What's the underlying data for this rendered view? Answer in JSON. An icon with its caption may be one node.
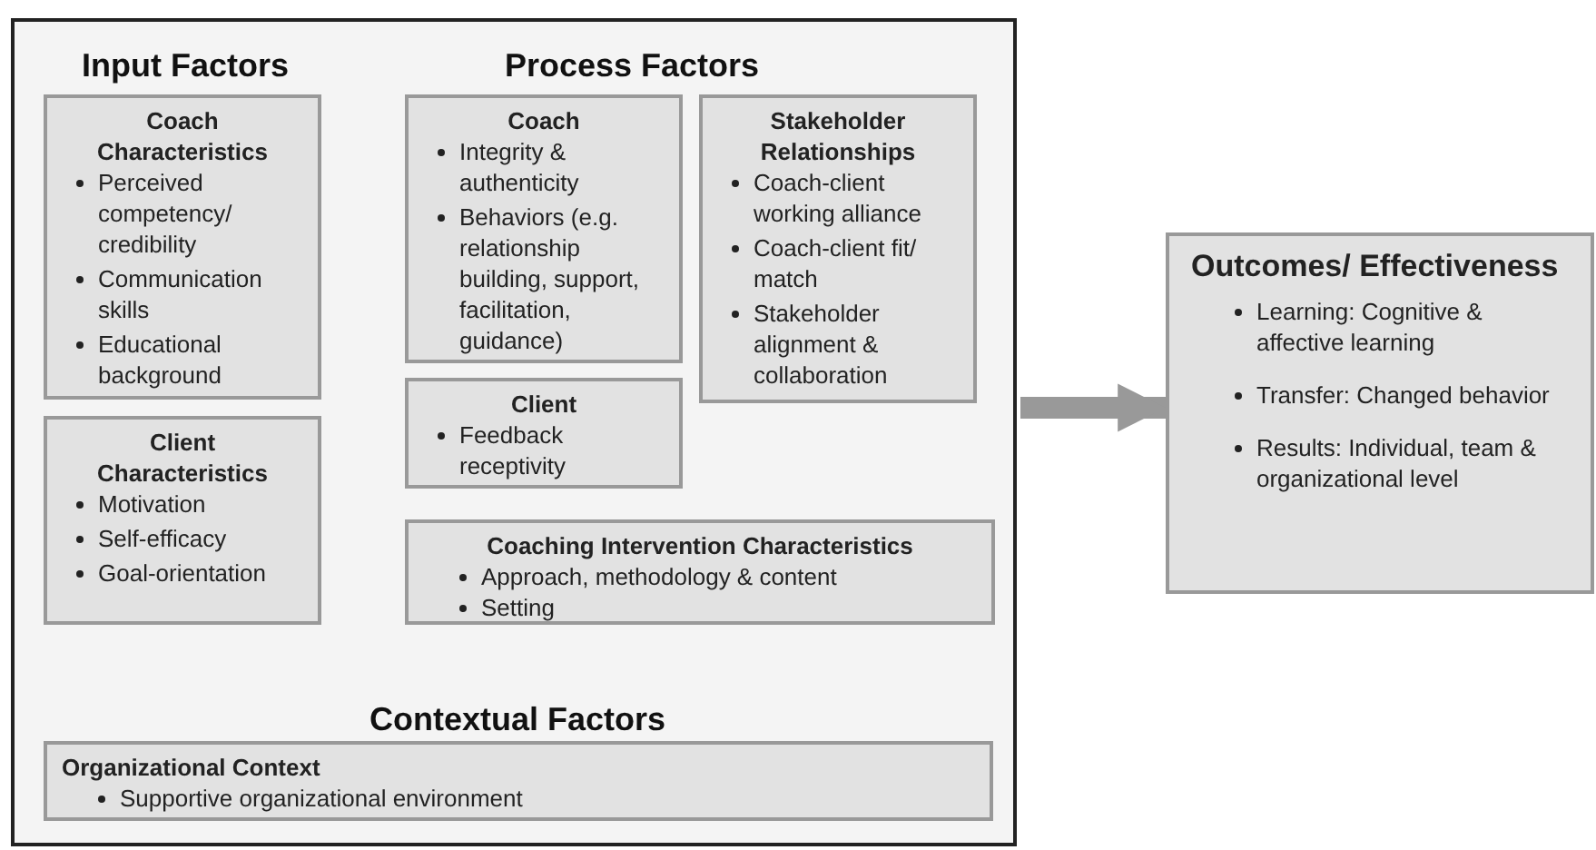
{
  "diagram": {
    "nodes": [
      {
        "text": [
          "Input Factors",
          "Process Factors",
          "Contextual Factors"
        ]
      },
      {
        "text": [
          "Coach Characteristics",
          "Perceived competency/ credibility",
          "Communication skills",
          "Educational background"
        ],
        "in": 0
      },
      {
        "text": [
          "Client Characteristics",
          "Motivation",
          "Self-efficacy",
          "Goal-orientation"
        ],
        "in": 0
      },
      {
        "text": [
          "Coach",
          "Integrity & authenticity",
          "Behaviors (e.g. relationship building, support, facilitation, guidance)"
        ],
        "in": 0
      },
      {
        "text": [
          "Client",
          "Feedback receptivity"
        ],
        "in": 0
      },
      {
        "text": [
          "Stakeholder Relationships",
          "Coach-client working alliance",
          "Coach-client fit/ match",
          "Stakeholder alignment & collaboration"
        ],
        "in": 0
      },
      {
        "text": [
          "Coaching Intervention Characteristics",
          "Approach, methodology & content",
          "Setting"
        ],
        "in": 0
      },
      {
        "text": [
          "Organizational Context",
          "Supportive organizational environment"
        ],
        "in": 0
      },
      {
        "text": [
          "Outcomes/ Effectiveness",
          "Learning: Cognitive & affective learning",
          "Transfer: Changed behavior",
          "Results: Individual, team & organizational level"
        ]
      }
    ],
    "edges": [
      {
        "from": 0,
        "to": 8,
        "arrow": "to"
      }
    ]
  }
}
